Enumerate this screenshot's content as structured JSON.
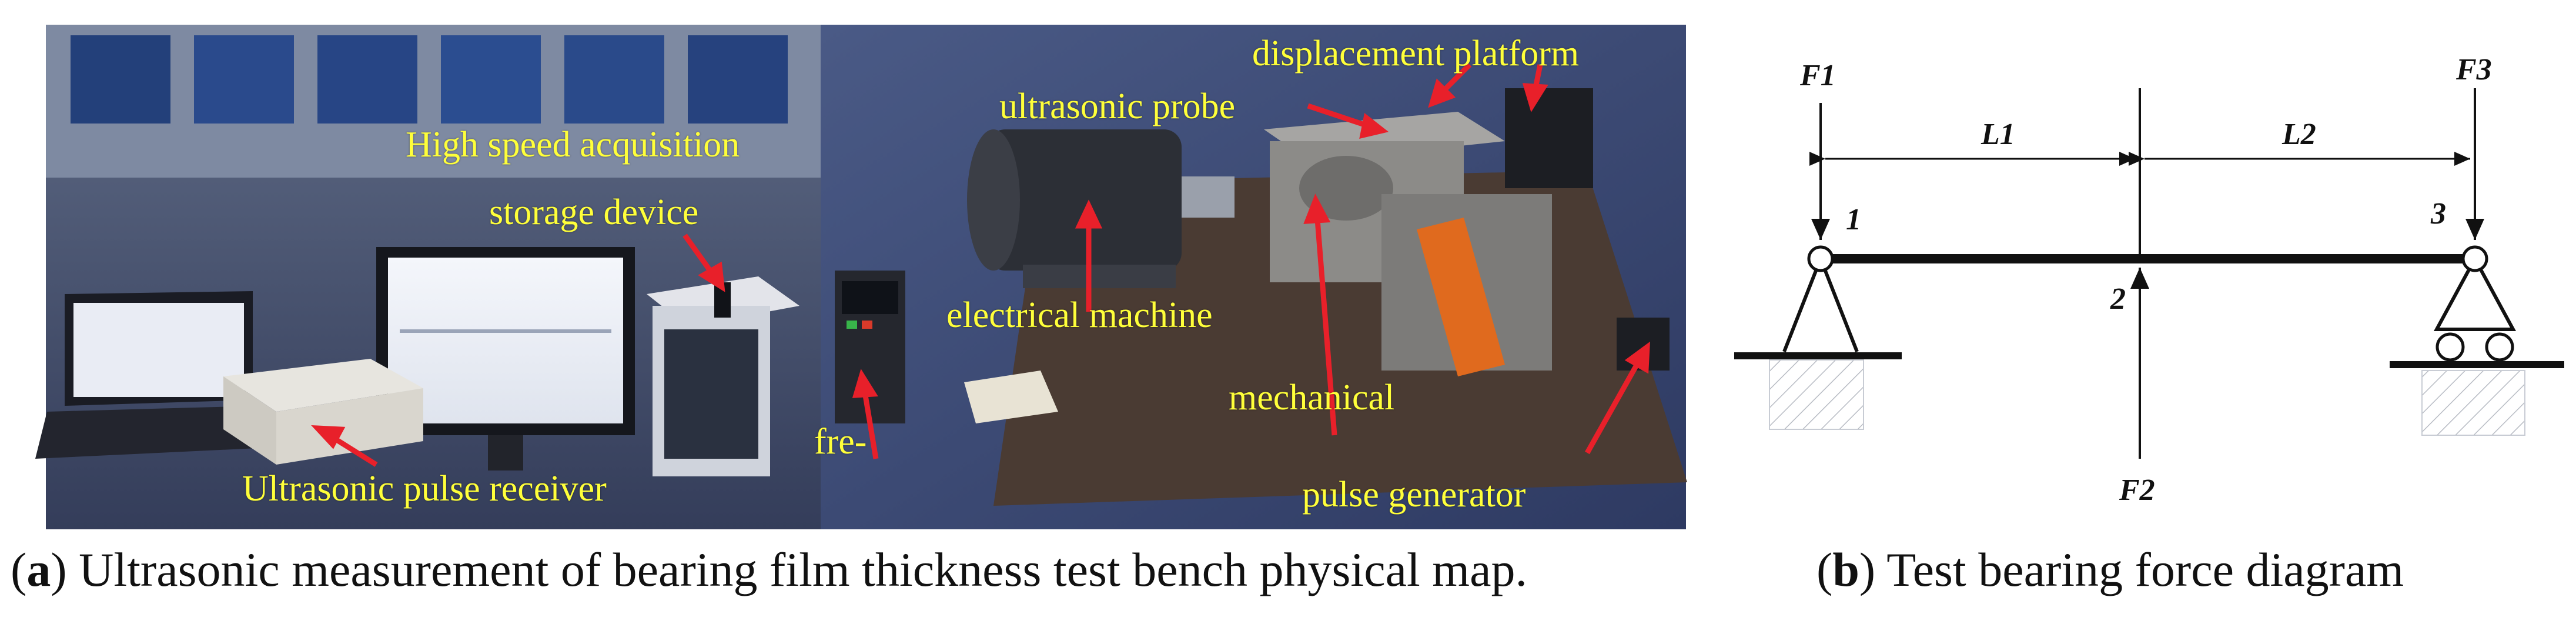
{
  "photo_labels": {
    "high_speed": "High speed acquisition",
    "storage": "storage device",
    "pulse_receiver": "Ultrasonic pulse receiver",
    "ultrasonic_probe": "ultrasonic probe",
    "displacement_platform": "displacement platform",
    "electrical_machine": "electrical machine",
    "mechanical": "mechanical",
    "fre": "fre-",
    "pulse_generator": "pulse generator"
  },
  "captions": {
    "a_letter": "a",
    "a_text": " Ultrasonic measurement of bearing film thickness test bench physical map.",
    "b_letter": "b",
    "b_text": " Test bearing force diagram"
  },
  "diagram": {
    "f1": "F1",
    "f2": "F2",
    "f3": "F3",
    "l1": "L1",
    "l2": "L2",
    "n1": "1",
    "n2": "2",
    "n3": "3"
  }
}
